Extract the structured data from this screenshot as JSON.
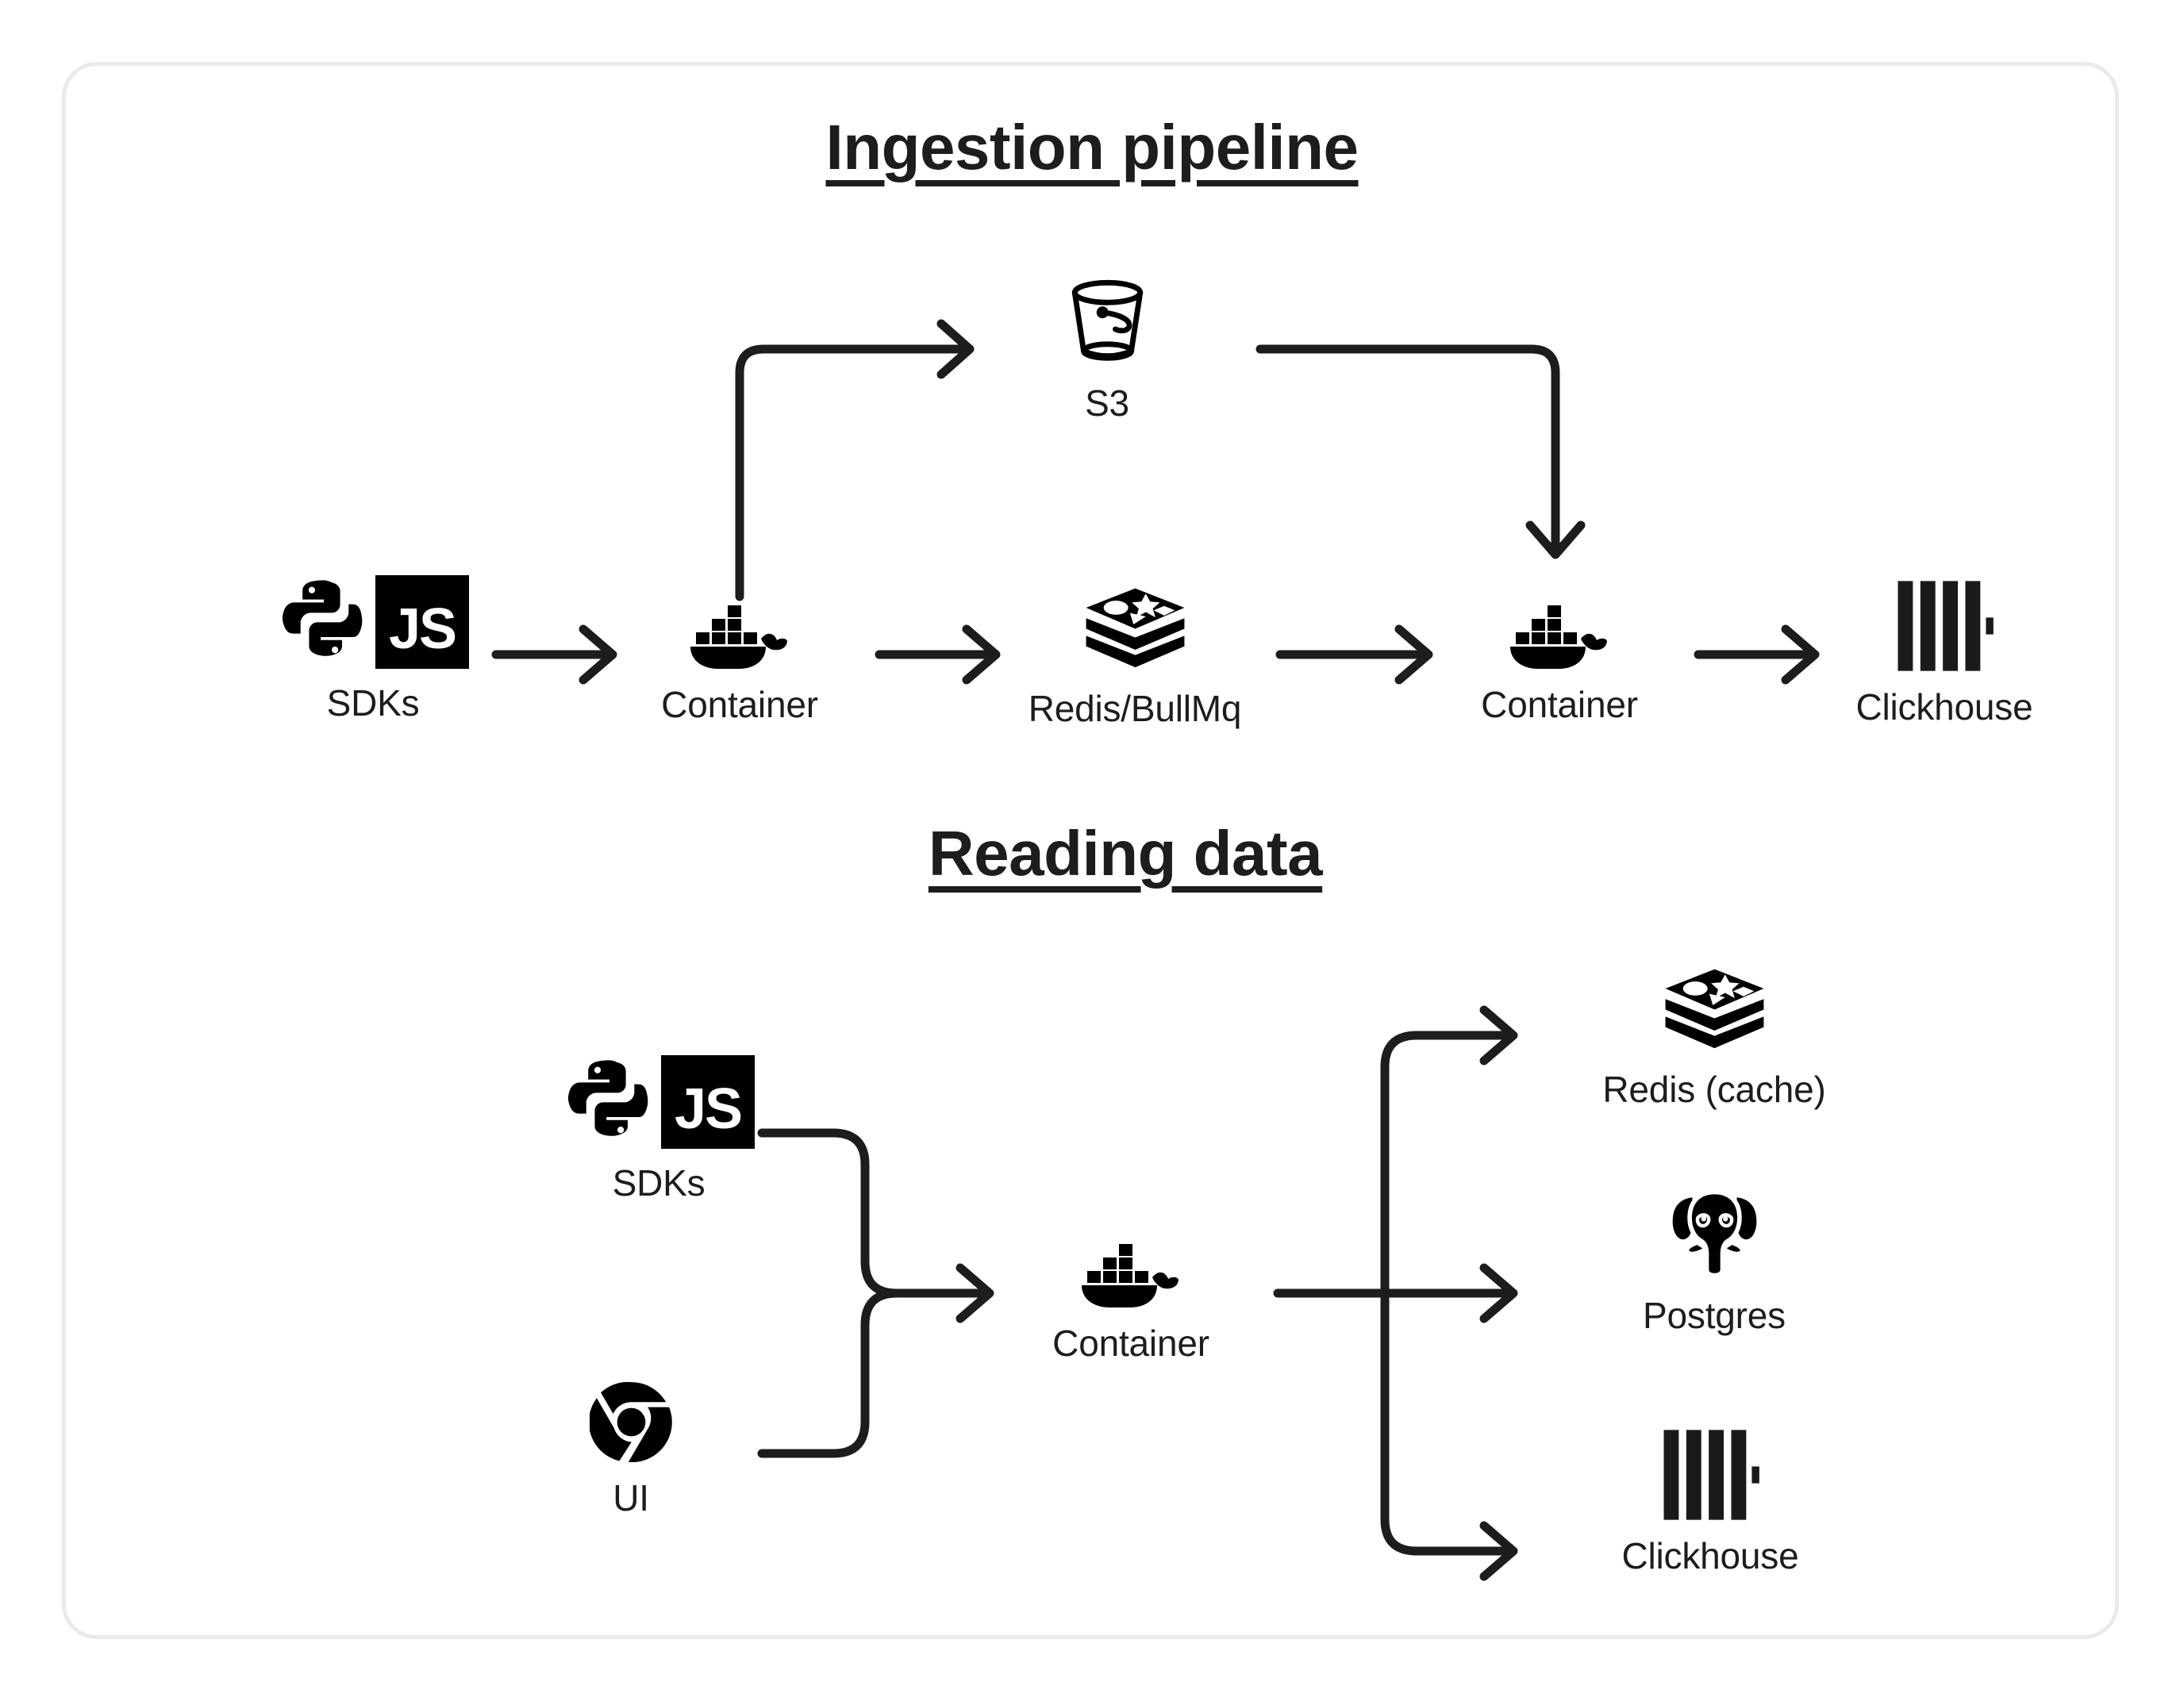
{
  "diagram": {
    "background_color": "#ffffff",
    "card_border_color": "#eaeaea",
    "ink_color": "#1d1d1d"
  },
  "sections": [
    {
      "id": "ingestion",
      "title": "Ingestion pipeline",
      "nodes": [
        {
          "id": "sdks-top",
          "label": "SDKs",
          "icon": "python-js-sdk-icon"
        },
        {
          "id": "container-1",
          "label": "Container",
          "icon": "docker-whale-icon"
        },
        {
          "id": "s3",
          "label": "S3",
          "icon": "s3-bucket-icon"
        },
        {
          "id": "redis-bullmq",
          "label": "Redis/BullMq",
          "icon": "redis-stack-icon"
        },
        {
          "id": "container-2",
          "label": "Container",
          "icon": "docker-whale-icon"
        },
        {
          "id": "clickhouse-top",
          "label": "Clickhouse",
          "icon": "clickhouse-bars-icon"
        }
      ],
      "edges": [
        {
          "from": "sdks-top",
          "to": "container-1",
          "style": "straight-arrow"
        },
        {
          "from": "container-1",
          "to": "s3",
          "style": "up-then-right-arrow"
        },
        {
          "from": "container-1",
          "to": "redis-bullmq",
          "style": "straight-arrow"
        },
        {
          "from": "s3",
          "to": "container-2",
          "style": "right-then-down-arrow"
        },
        {
          "from": "redis-bullmq",
          "to": "container-2",
          "style": "straight-arrow"
        },
        {
          "from": "container-2",
          "to": "clickhouse-top",
          "style": "straight-arrow"
        }
      ]
    },
    {
      "id": "reading",
      "title": "Reading data",
      "nodes": [
        {
          "id": "sdks-bottom",
          "label": "SDKs",
          "icon": "python-js-sdk-icon"
        },
        {
          "id": "ui",
          "label": "UI",
          "icon": "chrome-browser-icon"
        },
        {
          "id": "container-3",
          "label": "Container",
          "icon": "docker-whale-icon"
        },
        {
          "id": "redis-cache",
          "label": "Redis (cache)",
          "icon": "redis-stack-icon"
        },
        {
          "id": "postgres",
          "label": "Postgres",
          "icon": "postgres-elephant-icon"
        },
        {
          "id": "clickhouse-bottom",
          "label": "Clickhouse",
          "icon": "clickhouse-bars-icon"
        }
      ],
      "edges": [
        {
          "from": "sdks-bottom",
          "to": "container-3",
          "style": "merge-arrow"
        },
        {
          "from": "ui",
          "to": "container-3",
          "style": "merge-arrow"
        },
        {
          "from": "container-3",
          "to": "redis-cache",
          "style": "branch-up-arrow"
        },
        {
          "from": "container-3",
          "to": "postgres",
          "style": "branch-straight-arrow"
        },
        {
          "from": "container-3",
          "to": "clickhouse-bottom",
          "style": "branch-down-arrow"
        }
      ]
    }
  ],
  "icon_text": {
    "js_label": "JS"
  }
}
